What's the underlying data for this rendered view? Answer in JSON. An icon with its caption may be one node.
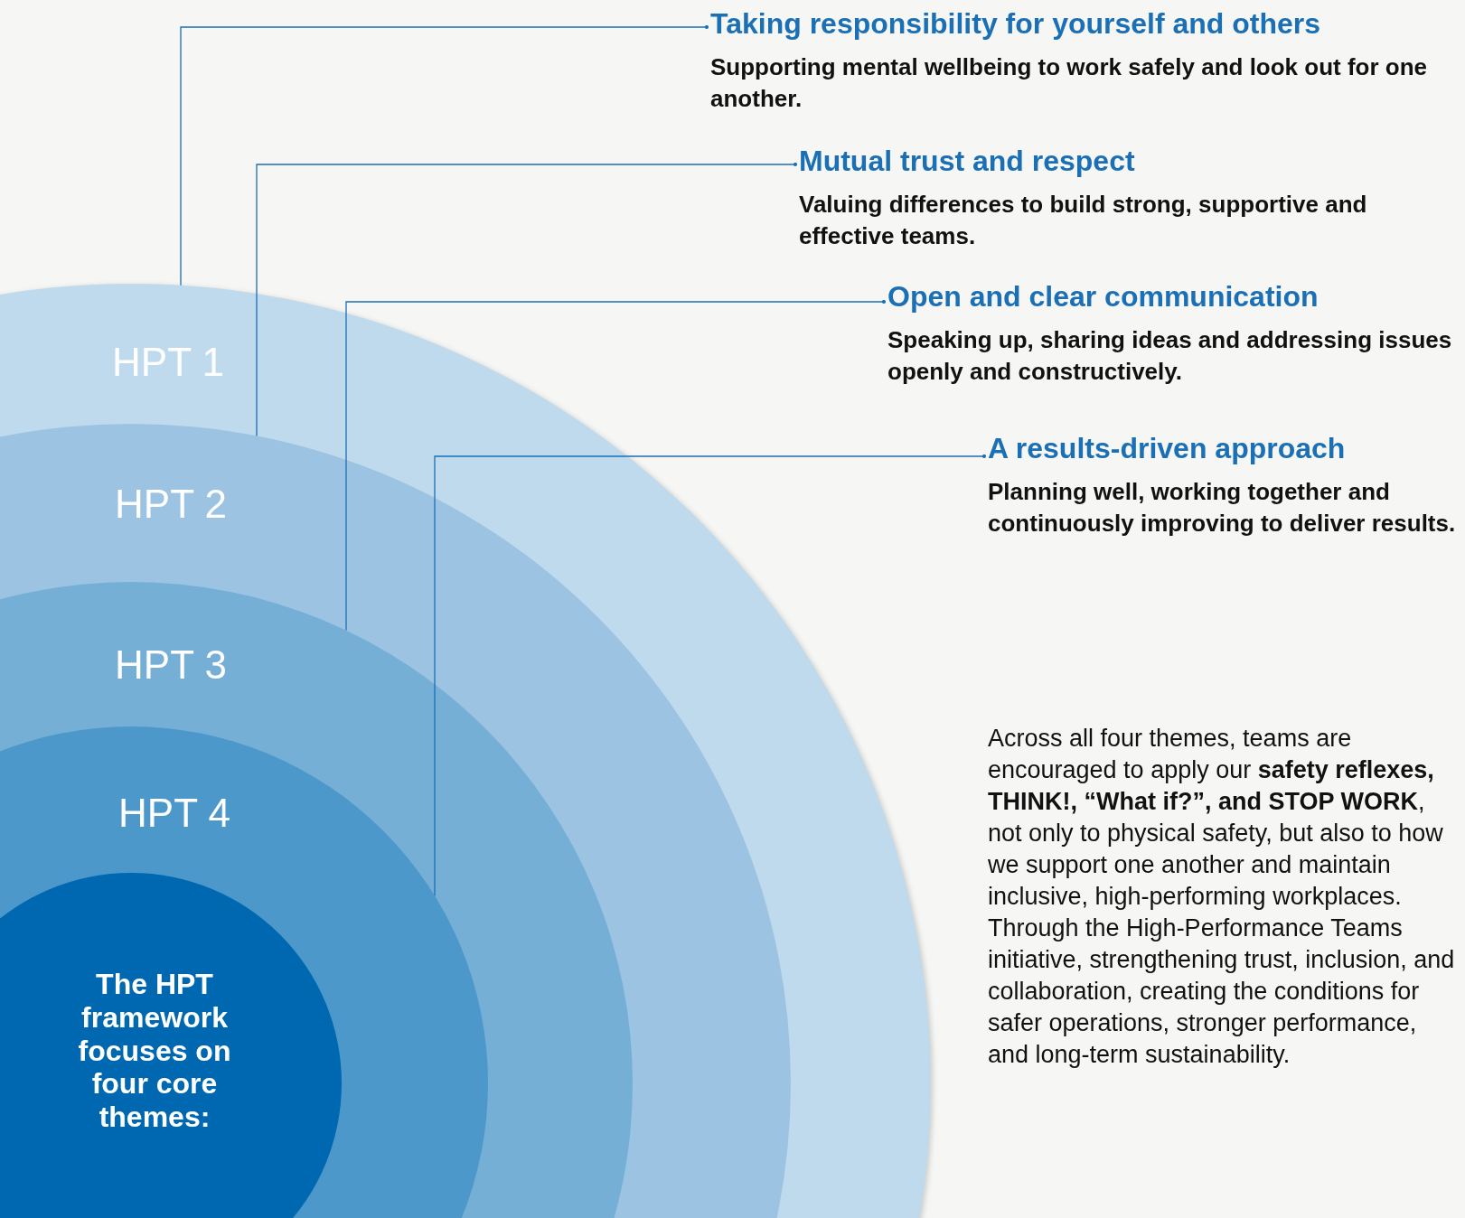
{
  "diagram": {
    "nodes": [
      {
        "text": [
          "HPT 1"
        ]
      },
      {
        "text": [
          "HPT 2"
        ],
        "in": 0
      },
      {
        "text": [
          "HPT 3"
        ],
        "in": 1
      },
      {
        "text": [
          "HPT 4"
        ],
        "in": 2
      },
      {
        "text": [
          "The HPT framework focuses on four core themes:"
        ],
        "in": 3
      },
      {
        "text": [
          "Taking responsibility for yourself and others",
          "Supporting mental wellbeing to work safely and look out for one another."
        ]
      },
      {
        "text": [
          "Mutual trust and respect",
          "Valuing differences to build strong, supportive and effective teams."
        ]
      },
      {
        "text": [
          "Open and clear communication",
          "Speaking up, sharing ideas and addressing issues openly and constructively."
        ]
      },
      {
        "text": [
          "A results-driven approach",
          "Planning well, working together and continuously improving to deliver results."
        ]
      }
    ],
    "edges": [
      {
        "from": 5,
        "to": 0,
        "arrow": "other"
      },
      {
        "from": 6,
        "to": 1,
        "arrow": "other"
      },
      {
        "from": 7,
        "to": 2,
        "arrow": "other"
      },
      {
        "from": 8,
        "to": 3,
        "arrow": "other"
      }
    ],
    "labels": [
      "Across all four themes, teams are encouraged to apply our **safety reflexes, THINK!, “What if?”, and STOP WORK**, not only to physical safety, but also to how we support one another and maintain inclusive, high-performing workplaces. Through the High-Performance Teams initiative, strengthening trust, inclusion, and collaboration, creating the conditions for safer operations, stronger performance, and long-term sustainability."
    ]
  }
}
